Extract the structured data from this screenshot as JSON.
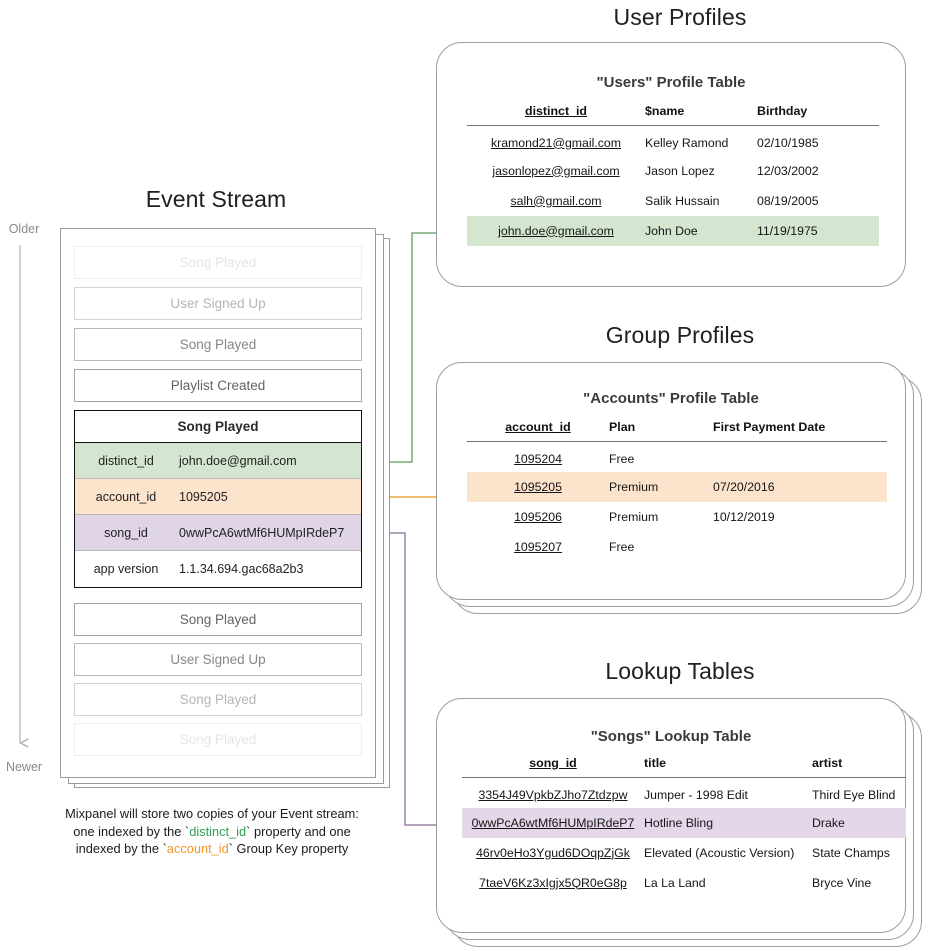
{
  "sections": {
    "event_stream_title": "Event Stream",
    "user_profiles_title": "User Profiles",
    "group_profiles_title": "Group Profiles",
    "lookup_tables_title": "Lookup Tables"
  },
  "timeline": {
    "older_label": "Older",
    "newer_label": "Newer"
  },
  "event_stream": {
    "events_above": [
      {
        "name": "Song Played",
        "fade": "f1"
      },
      {
        "name": "User Signed Up",
        "fade": "f2"
      },
      {
        "name": "Song Played",
        "fade": "f3"
      },
      {
        "name": "Playlist Created",
        "fade": "f4"
      }
    ],
    "events_below": [
      {
        "name": "Song Played",
        "fade": "f4"
      },
      {
        "name": "User Signed Up",
        "fade": "f3"
      },
      {
        "name": "Song Played",
        "fade": "f2"
      },
      {
        "name": "Song Played",
        "fade": "f1"
      }
    ],
    "selected_event": {
      "title": "Song Played",
      "properties": [
        {
          "key": "distinct_id",
          "value": "john.doe@gmail.com",
          "highlight": "prop-green"
        },
        {
          "key": "account_id",
          "value": "1095205",
          "highlight": "prop-orange"
        },
        {
          "key": "song_id",
          "value": "0wwPcA6wtMf6HUMpIRdeP7",
          "highlight": "prop-purple"
        },
        {
          "key": "app version",
          "value": "1.1.34.694.gac68a2b3",
          "highlight": "prop-plain"
        }
      ]
    },
    "caption": {
      "line1": "Mixpanel will store two copies of your Event stream:",
      "line2_pre": "one indexed by the `",
      "line2_token": "distinct_id",
      "line2_post": "` property and one",
      "line3_pre": "indexed by the `",
      "line3_token": "account_id",
      "line3_post": "` Group Key property"
    }
  },
  "users_table": {
    "title": "\"Users\" Profile Table",
    "columns": [
      "distinct_id",
      "$name",
      "Birthday"
    ],
    "rows": [
      {
        "cells": [
          "kramond21@gmail.com",
          "Kelley Ramond",
          "02/10/1985"
        ],
        "highlight": ""
      },
      {
        "cells": [
          "jasonlopez@gmail.com",
          "Jason Lopez",
          "12/03/2002"
        ],
        "highlight": ""
      },
      {
        "cells": [
          "salh@gmail.com",
          "Salik Hussain",
          "08/19/2005"
        ],
        "highlight": ""
      },
      {
        "cells": [
          "john.doe@gmail.com",
          "John Doe",
          "11/19/1975"
        ],
        "highlight": "hl-green"
      }
    ]
  },
  "accounts_table": {
    "title": "\"Accounts\" Profile Table",
    "columns": [
      "account_id",
      "Plan",
      "First Payment Date"
    ],
    "rows": [
      {
        "cells": [
          "1095204",
          "Free",
          ""
        ],
        "highlight": ""
      },
      {
        "cells": [
          "1095205",
          "Premium",
          "07/20/2016"
        ],
        "highlight": "hl-orange"
      },
      {
        "cells": [
          "1095206",
          "Premium",
          "10/12/2019"
        ],
        "highlight": ""
      },
      {
        "cells": [
          "1095207",
          "Free",
          ""
        ],
        "highlight": ""
      }
    ]
  },
  "songs_table": {
    "title": "\"Songs\" Lookup Table",
    "columns": [
      "song_id",
      "title",
      "artist"
    ],
    "rows": [
      {
        "cells": [
          "3354J49VpkbZJho7Ztdzpw",
          "Jumper - 1998 Edit",
          "Third Eye Blind"
        ],
        "highlight": ""
      },
      {
        "cells": [
          "0wwPcA6wtMf6HUMpIRdeP7",
          "Hotline Bling",
          "Drake"
        ],
        "highlight": "hl-purple"
      },
      {
        "cells": [
          "46rv0eHo3Ygud6DOqpZjGk",
          "Elevated (Acoustic Version)",
          "State Champs"
        ],
        "highlight": ""
      },
      {
        "cells": [
          "7taeV6Kz3xIgjx5QR0eG8p",
          "La La Land",
          "Bryce Vine"
        ],
        "highlight": ""
      }
    ]
  },
  "colors": {
    "green": "#d4e6d0",
    "orange": "#fce3cb",
    "purple": "#e0d4e7",
    "connector_green": "#74ab72",
    "connector_orange": "#e8a33d",
    "connector_purple": "#9c84a8",
    "card_border": "#9e9e9e",
    "timeline": "#b0b0b0"
  }
}
